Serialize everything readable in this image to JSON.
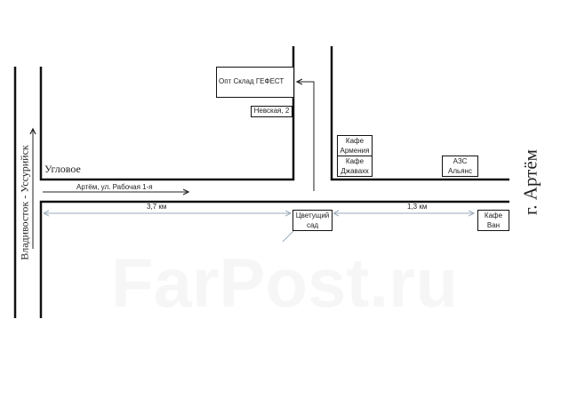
{
  "places": {
    "uglovoe": "Угловое",
    "street": "Артём, ул. Рабочая 1-я",
    "gefest": "Опт Склад  ГЕФЕСТ",
    "address": "Невская, 2",
    "cafe_armenia": [
      "Кафе",
      "Армения"
    ],
    "cafe_javakh": [
      "Кафе",
      "Джавахк"
    ],
    "azs": [
      "АЗС",
      "Альянс"
    ],
    "garden": [
      "Цветущий",
      "сад"
    ],
    "cafe_van": [
      "Кафе",
      "Ван"
    ]
  },
  "distances": {
    "left": "3,7 км",
    "right": "1,3 км"
  },
  "highway": "Владивосток - Уссурийск",
  "city": "г. Артём",
  "watermark": "FarPost.ru"
}
